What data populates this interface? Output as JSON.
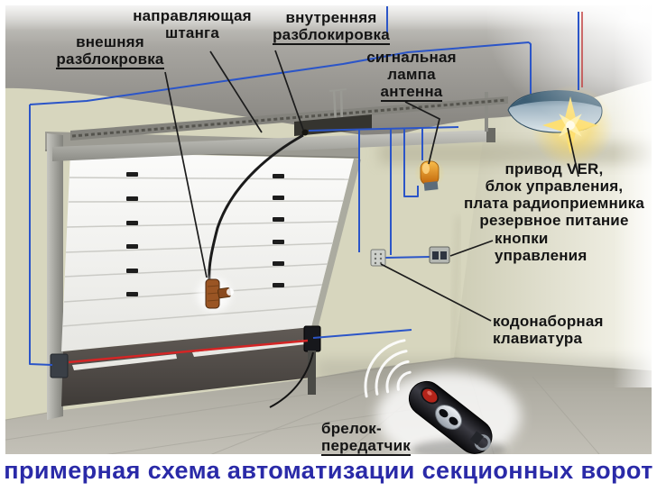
{
  "title": "примерная схема автоматизации секционных ворот",
  "colors": {
    "wire_blue": "#2b55c8",
    "beam_red": "#d42525",
    "lamp_orange": "#e8941c",
    "drive_glow_yellow": "#ffdf6e",
    "title_navy": "#2a2aa8"
  },
  "labels": {
    "guide_rod": {
      "lines": [
        "направляющая",
        "штанга"
      ]
    },
    "internal_release": {
      "lines": [
        "внутренняя",
        "разблокировка"
      ]
    },
    "external_release": {
      "lines": [
        "внешняя",
        "разблокровка"
      ]
    },
    "signal_lamp_antenna": {
      "lines": [
        "сигнальная",
        "лампа",
        "антенна"
      ]
    },
    "drive_unit": {
      "lines": [
        "привод VER,",
        "блок управления,",
        "плата радиоприемника",
        "резервное питание"
      ]
    },
    "control_buttons": {
      "lines": [
        "кнопки",
        "управления"
      ]
    },
    "code_keypad": {
      "lines": [
        "кодонаборная",
        "клавиатура"
      ]
    },
    "keyfob": {
      "lines": [
        "брелок-",
        "передатчик"
      ]
    }
  }
}
